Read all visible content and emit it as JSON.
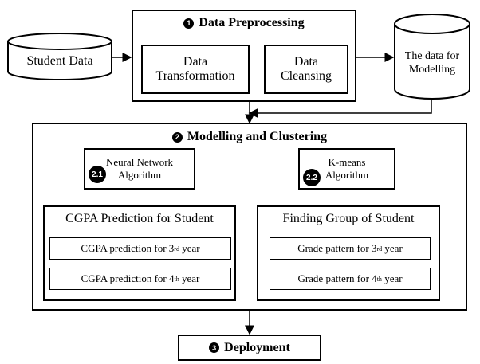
{
  "stage1": {
    "number": "1",
    "title": "Data Preprocessing",
    "transformation": [
      "Data",
      "Transformation"
    ],
    "cleansing": [
      "Data",
      "Cleansing"
    ]
  },
  "student_data": "Student Data",
  "modelling_data": [
    "The data for",
    "Modelling"
  ],
  "stage2": {
    "number": "2",
    "title": "Modelling and Clustering",
    "nn": {
      "badge": "2.1",
      "lines": [
        "Neural Network",
        "Algorithm"
      ]
    },
    "km": {
      "badge": "2.2",
      "lines": [
        "K-means",
        "Algorithm"
      ]
    },
    "left_panel": {
      "title": "CGPA Prediction for Student",
      "row1": {
        "text": "CGPA  prediction for 3",
        "sup": "rd",
        "suffix": " year"
      },
      "row2": {
        "text": "CGPA  prediction for 4",
        "sup": "th",
        "suffix": " year"
      }
    },
    "right_panel": {
      "title": "Finding Group of Student",
      "row1": {
        "text": "Grade pattern for 3",
        "sup": "rd",
        "suffix": " year"
      },
      "row2": {
        "text": "Grade pattern for 4",
        "sup": "th",
        "suffix": " year"
      }
    }
  },
  "stage3": {
    "number": "3",
    "title": "Deployment"
  }
}
